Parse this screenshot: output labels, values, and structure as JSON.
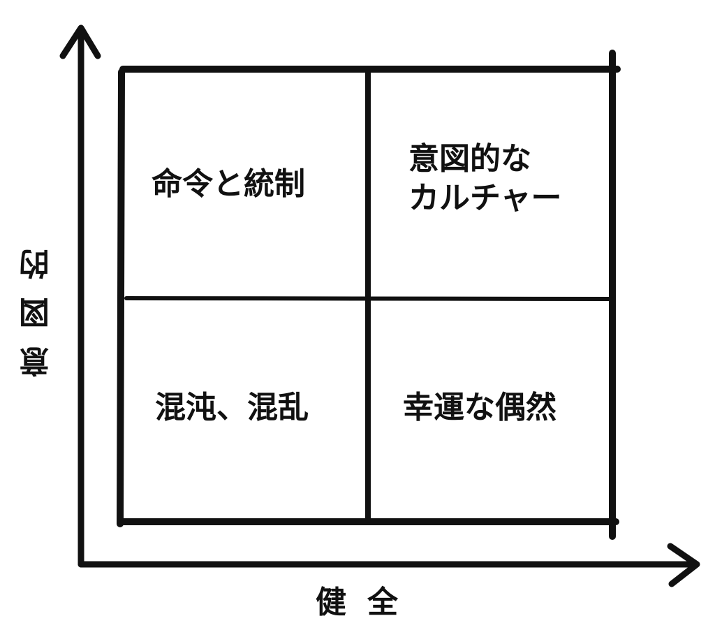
{
  "quadrants": {
    "top_left": {
      "label": "命令と統制"
    },
    "top_right": {
      "lines": [
        "意図的な",
        "カルチャー"
      ]
    },
    "bottom_left": {
      "label": "混沌、混乱"
    },
    "bottom_right": {
      "label": "幸運な偶然"
    }
  },
  "axes": {
    "x_label": "健全",
    "y_label": "意図的"
  },
  "colors": {
    "ink": "#111111",
    "background": "#ffffff"
  }
}
